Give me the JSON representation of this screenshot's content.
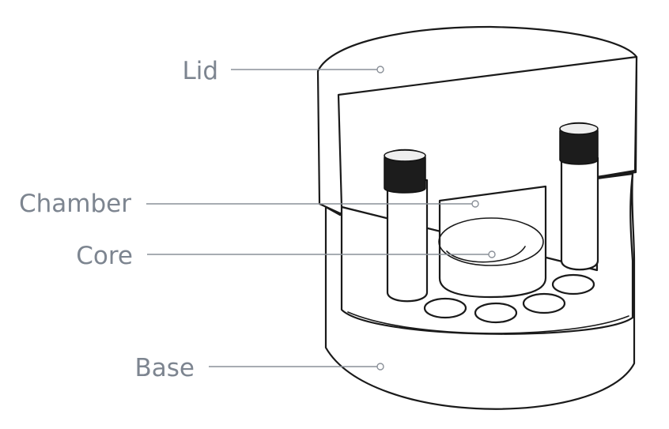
{
  "labels": {
    "lid": "Lid",
    "chamber": "Chamber",
    "core": "Core",
    "base": "Base"
  },
  "colors": {
    "label_text": "#7d8590",
    "leader_line": "#8a9098",
    "outline": "#1a1a1a",
    "tube_cap": "#1c1c1c",
    "background": "#ffffff"
  }
}
